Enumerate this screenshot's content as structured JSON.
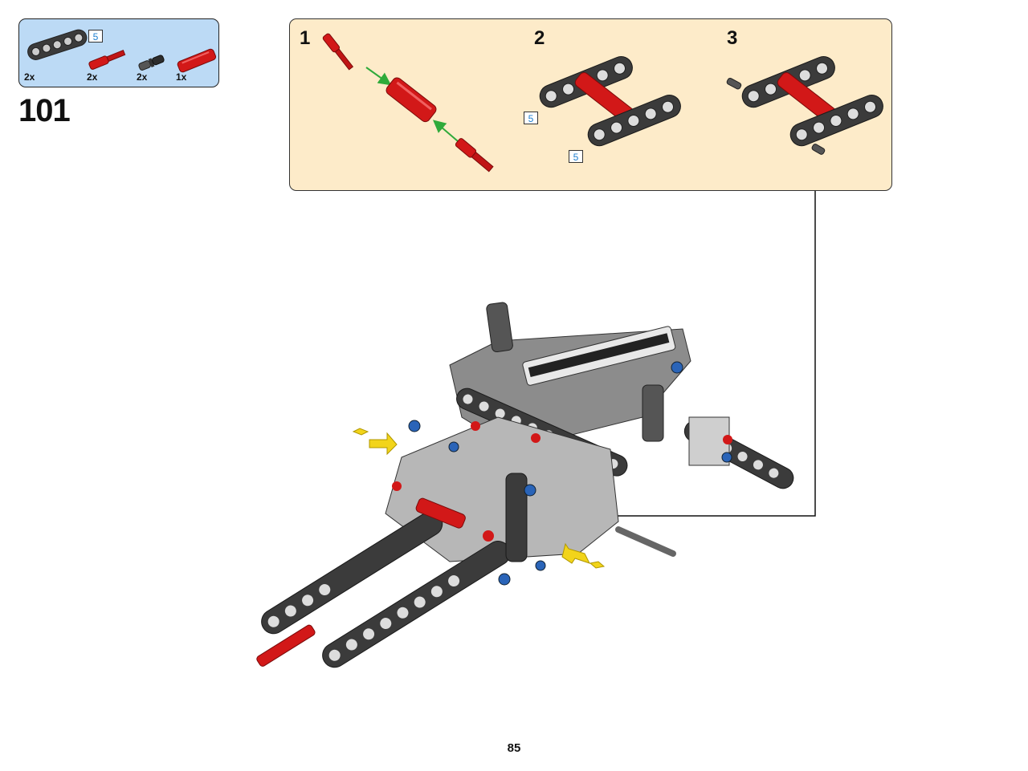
{
  "parts_list": {
    "items": [
      {
        "qty": "2x",
        "icon": "black-liftarm-5-icon",
        "length": "5"
      },
      {
        "qty": "2x",
        "icon": "red-axle-pin-icon"
      },
      {
        "qty": "2x",
        "icon": "black-friction-pin-icon"
      },
      {
        "qty": "1x",
        "icon": "red-connector-icon"
      }
    ]
  },
  "step": {
    "number": "101"
  },
  "sub_steps": [
    {
      "number": "1"
    },
    {
      "number": "2",
      "callouts": [
        "5",
        "5"
      ]
    },
    {
      "number": "3"
    }
  ],
  "colors": {
    "parts_bg": "#bcdaf5",
    "sub_bg": "#fdebc9",
    "red": "#d21818",
    "black": "#3b3b3b",
    "gray": "#9a9a9a",
    "blue": "#2a64b8",
    "yellow": "#f2d41a",
    "green": "#2faa3a"
  },
  "page": {
    "number": "85"
  }
}
